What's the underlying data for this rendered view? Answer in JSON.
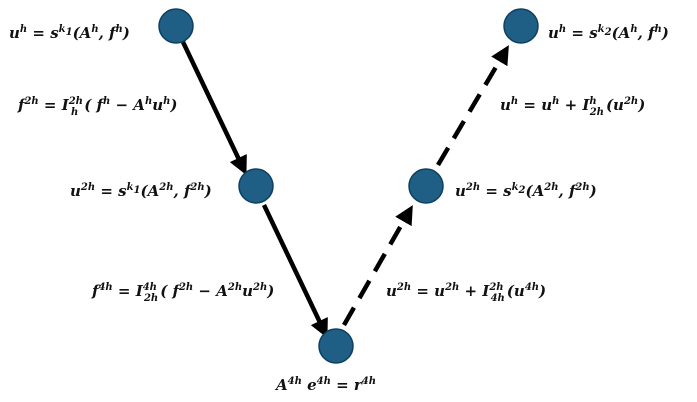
{
  "colors": {
    "node_fill": "#1f5f86",
    "node_stroke": "#0f3f5f",
    "arrow": "#000000",
    "text": "#111111"
  },
  "labels": {
    "smooth_fine_pre": "u^{h} = s^{k1}(A^{h}, f^{h})",
    "restrict_fine": "f^{2h} = I_{h}^{2h}( f^{h} − A^{h}u^{h})",
    "smooth_mid_pre": "u^{2h} = s^{k1}(A^{2h}, f^{2h})",
    "restrict_mid": "f^{4h} = I_{2h}^{4h}( f^{2h} − A^{2h}u^{2h})",
    "coarse_solve": "A^{4h} e^{4h} = r^{4h}",
    "prolong_mid": "u^{2h} = u^{2h} + I_{4h}^{2h}(u^{4h})",
    "smooth_mid_post": "u^{2h} = s^{k2}(A^{2h}, f^{2h})",
    "prolong_fine": "u^{h} = u^{h} + I_{2h}^{h}(u^{2h})",
    "smooth_fine_post": "u^{h} = s^{k2}(A^{h}, f^{h})"
  }
}
